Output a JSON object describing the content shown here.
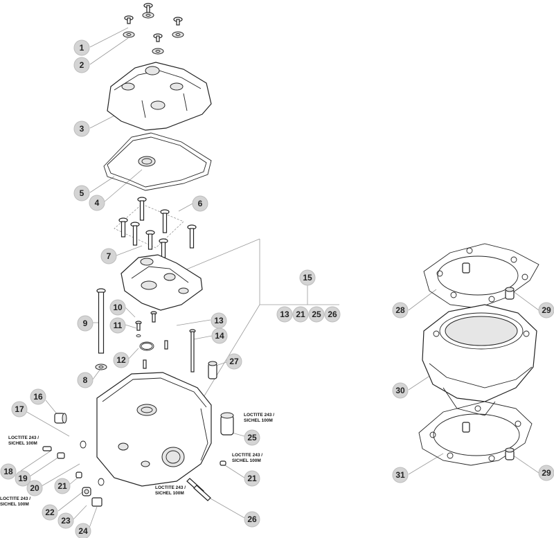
{
  "diagram": {
    "callouts": [
      {
        "id": "c1",
        "label": "1"
      },
      {
        "id": "c2",
        "label": "2"
      },
      {
        "id": "c3",
        "label": "3"
      },
      {
        "id": "c4",
        "label": "4"
      },
      {
        "id": "c5",
        "label": "5"
      },
      {
        "id": "c6",
        "label": "6"
      },
      {
        "id": "c7",
        "label": "7"
      },
      {
        "id": "c8",
        "label": "8"
      },
      {
        "id": "c9",
        "label": "9"
      },
      {
        "id": "c10",
        "label": "10"
      },
      {
        "id": "c11",
        "label": "11"
      },
      {
        "id": "c12",
        "label": "12"
      },
      {
        "id": "c13",
        "label": "13"
      },
      {
        "id": "c14",
        "label": "14"
      },
      {
        "id": "c15",
        "label": "15"
      },
      {
        "id": "c13b",
        "label": "13"
      },
      {
        "id": "c21b",
        "label": "21"
      },
      {
        "id": "c25b",
        "label": "25"
      },
      {
        "id": "c26b",
        "label": "26"
      },
      {
        "id": "c16",
        "label": "16"
      },
      {
        "id": "c17",
        "label": "17"
      },
      {
        "id": "c18",
        "label": "18"
      },
      {
        "id": "c19",
        "label": "19"
      },
      {
        "id": "c20",
        "label": "20"
      },
      {
        "id": "c21",
        "label": "21"
      },
      {
        "id": "c22",
        "label": "22"
      },
      {
        "id": "c23",
        "label": "23"
      },
      {
        "id": "c24",
        "label": "24"
      },
      {
        "id": "c25",
        "label": "25"
      },
      {
        "id": "c21c",
        "label": "21"
      },
      {
        "id": "c26",
        "label": "26"
      },
      {
        "id": "c27",
        "label": "27"
      },
      {
        "id": "c28",
        "label": "28"
      },
      {
        "id": "c29",
        "label": "29"
      },
      {
        "id": "c30",
        "label": "30"
      },
      {
        "id": "c31",
        "label": "31"
      },
      {
        "id": "c29b",
        "label": "29"
      }
    ],
    "notes": {
      "loctite_a_line1": "LOCTITE 243 /",
      "loctite_a_line2": "SICHEL 100M",
      "loctite_b_line1": "LOCTITE 243 /",
      "loctite_b_line2": "SICHEL 100M",
      "loctite_c_line1": "LOCTITE 243 /",
      "loctite_c_line2": "SICHEL 100M",
      "loctite_d_line1": "LOCTITE 243 /",
      "loctite_d_line2": "SICHEL 100M",
      "loctite_e_line1": "LOCTITE 243 /",
      "loctite_e_line2": "SICHEL 100M"
    }
  }
}
